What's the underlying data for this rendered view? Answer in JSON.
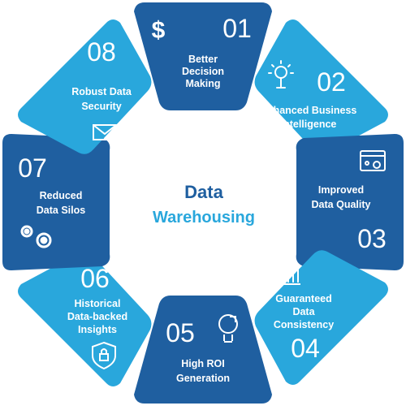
{
  "center": {
    "line1": "Data",
    "line2": "Warehousing"
  },
  "colors": {
    "dark": "#1f5fa0",
    "light": "#29a7dc",
    "white": "#ffffff"
  },
  "segments": [
    {
      "number": "01",
      "label_lines": [
        "Better",
        "Decision",
        "Making"
      ],
      "icon": "dollar-icon",
      "tone": "dark"
    },
    {
      "number": "02",
      "label_lines": [
        "Enhanced Business",
        "Intelligence"
      ],
      "icon": "lightbulb-idea-icon",
      "tone": "light"
    },
    {
      "number": "03",
      "label_lines": [
        "Improved",
        "Data Quality"
      ],
      "icon": "browser-settings-icon",
      "tone": "dark"
    },
    {
      "number": "04",
      "label_lines": [
        "Guaranteed",
        "Data",
        "Consistency"
      ],
      "icon": "bar-chart-icon",
      "tone": "light"
    },
    {
      "number": "05",
      "label_lines": [
        "High ROI",
        "Generation"
      ],
      "icon": "lightbulb-puzzle-icon",
      "tone": "dark"
    },
    {
      "number": "06",
      "label_lines": [
        "Historical",
        "Data-backed",
        "Insights"
      ],
      "icon": "shield-lock-icon",
      "tone": "light"
    },
    {
      "number": "07",
      "label_lines": [
        "Reduced",
        "Data Silos"
      ],
      "icon": "gears-icon",
      "tone": "dark"
    },
    {
      "number": "08",
      "label_lines": [
        "Robust Data",
        "Security"
      ],
      "icon": "envelope-icon",
      "tone": "light"
    }
  ]
}
